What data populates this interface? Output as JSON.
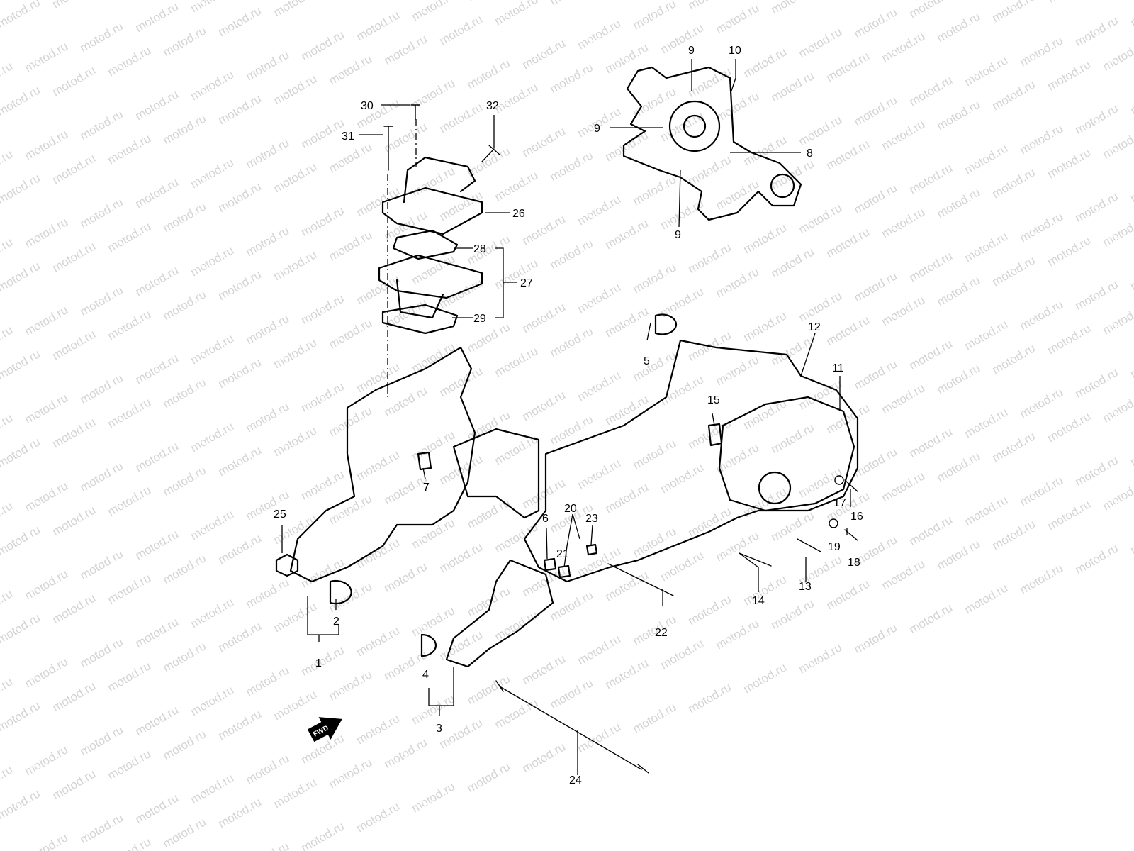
{
  "watermark": "motod.ru",
  "fwd_label": "FWD",
  "callouts": [
    {
      "id": "1",
      "label": "1"
    },
    {
      "id": "2",
      "label": "2"
    },
    {
      "id": "3",
      "label": "3"
    },
    {
      "id": "4",
      "label": "4"
    },
    {
      "id": "5",
      "label": "5"
    },
    {
      "id": "6",
      "label": "6"
    },
    {
      "id": "7",
      "label": "7"
    },
    {
      "id": "8",
      "label": "8"
    },
    {
      "id": "9a",
      "label": "9"
    },
    {
      "id": "9b",
      "label": "9"
    },
    {
      "id": "9c",
      "label": "9"
    },
    {
      "id": "10",
      "label": "10"
    },
    {
      "id": "11",
      "label": "11"
    },
    {
      "id": "12",
      "label": "12"
    },
    {
      "id": "13",
      "label": "13"
    },
    {
      "id": "14",
      "label": "14"
    },
    {
      "id": "15",
      "label": "15"
    },
    {
      "id": "16",
      "label": "16"
    },
    {
      "id": "17",
      "label": "17"
    },
    {
      "id": "18",
      "label": "18"
    },
    {
      "id": "19",
      "label": "19"
    },
    {
      "id": "20",
      "label": "20"
    },
    {
      "id": "21",
      "label": "21"
    },
    {
      "id": "22",
      "label": "22"
    },
    {
      "id": "23",
      "label": "23"
    },
    {
      "id": "24",
      "label": "24"
    },
    {
      "id": "25",
      "label": "25"
    },
    {
      "id": "26",
      "label": "26"
    },
    {
      "id": "27",
      "label": "27"
    },
    {
      "id": "28",
      "label": "28"
    },
    {
      "id": "29",
      "label": "29"
    },
    {
      "id": "30",
      "label": "30"
    },
    {
      "id": "31",
      "label": "31"
    },
    {
      "id": "32",
      "label": "32"
    }
  ],
  "colors": {
    "line": "#000000",
    "watermark": "#d4d4d4",
    "background": "#ffffff"
  }
}
